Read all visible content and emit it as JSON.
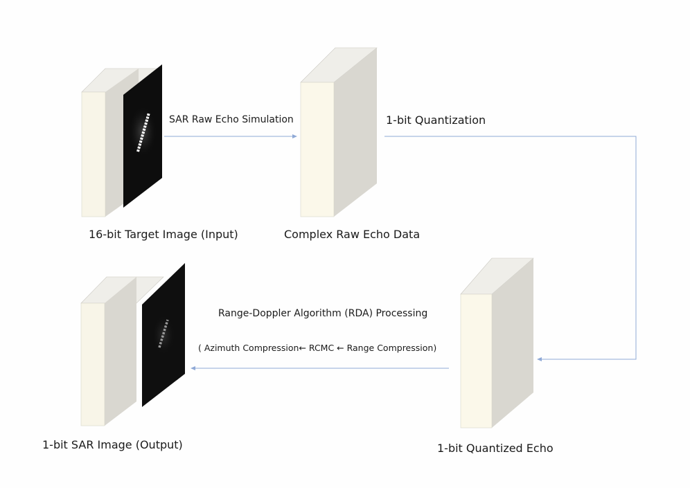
{
  "labels": {
    "target_image": "16-bit Target Image (Input)",
    "raw_echo": "Complex Raw Echo Data",
    "quantized_echo": "1-bit Quantized Echo",
    "output_image": "1-bit SAR Image (Output)",
    "simulation_arrow": "SAR Raw Echo Simulation",
    "quantization_arrow": "1-bit Quantization",
    "rda_title": "Range-Doppler Algorithm (RDA) Processing",
    "rda_steps": "( Azimuth Compression← RCMC ← Range Compression)"
  },
  "colors": {
    "arrow": "#8fa9d6",
    "box_front": "#f8f5e8",
    "box_side": "#d9d7d0",
    "box_top": "#efeee9",
    "sar_panel": "#0d0d0d",
    "target_streak": "#ffffff"
  }
}
